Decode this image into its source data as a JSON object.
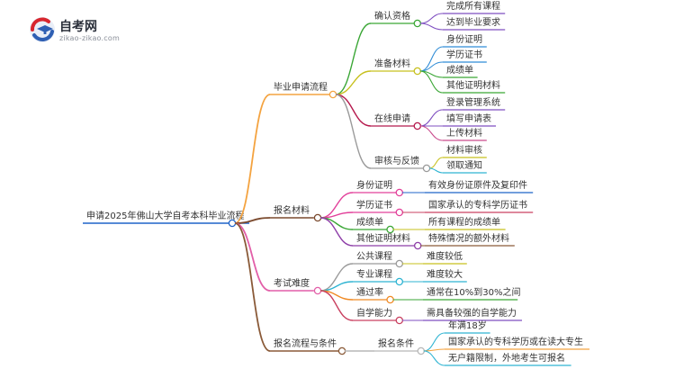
{
  "logo": {
    "title": "自考网",
    "subtitle": "zikao-zikao.com"
  },
  "root": {
    "label": "申请2025年佛山大学自考本科毕业流程"
  },
  "branches": [
    {
      "label": "毕业申请流程",
      "color": "#f4a340",
      "children": [
        {
          "label": "确认资格",
          "color": "#3aa635",
          "children": [
            {
              "label": "完成所有课程",
              "color": "#7f4fc1"
            },
            {
              "label": "达到毕业要求",
              "color": "#7f4fc1"
            }
          ]
        },
        {
          "label": "准备材料",
          "color": "#c7c01e",
          "children": [
            {
              "label": "身份证明",
              "color": "#2f8cd6"
            },
            {
              "label": "学历证书",
              "color": "#2f8cd6"
            },
            {
              "label": "成绩单",
              "color": "#3aa635"
            },
            {
              "label": "其他证明材料",
              "color": "#3aa635"
            }
          ]
        },
        {
          "label": "在线申请",
          "color": "#b5194d",
          "children": [
            {
              "label": "登录管理系统",
              "color": "#7f4fc1"
            },
            {
              "label": "填写申请表",
              "color": "#7f4fc1"
            },
            {
              "label": "上传材料",
              "color": "#c94a8c"
            }
          ]
        },
        {
          "label": "审核与反馈",
          "color": "#9a9a9a",
          "children": [
            {
              "label": "材料审核",
              "color": "#c7c01e"
            },
            {
              "label": "领取通知",
              "color": "#2fb4d2"
            }
          ]
        }
      ]
    },
    {
      "label": "报名材料",
      "color": "#7b4a2e",
      "children": [
        {
          "label": "身份证明",
          "color": "#e2409a",
          "children": [
            {
              "label": "有效身份证原件及复印件",
              "color": "#1f64c8"
            }
          ]
        },
        {
          "label": "学历证书",
          "color": "#e2409a",
          "children": [
            {
              "label": "国家承认的专科学历证书",
              "color": "#c94060"
            }
          ]
        },
        {
          "label": "成绩单",
          "color": "#3aa635",
          "children": [
            {
              "label": "所有课程的成绩单",
              "color": "#c7c01e"
            }
          ]
        },
        {
          "label": "其他证明材料",
          "color": "#8e3ea8",
          "children": [
            {
              "label": "特殊情况的额外材料",
              "color": "#8a5a38"
            }
          ]
        }
      ]
    },
    {
      "label": "考试难度",
      "color": "#e25fa8",
      "children": [
        {
          "label": "公共课程",
          "color": "#9a9a9a",
          "children": [
            {
              "label": "难度较低",
              "color": "#c7c01e"
            }
          ]
        },
        {
          "label": "专业课程",
          "color": "#2fb4d2",
          "children": [
            {
              "label": "难度较大",
              "color": "#2fb4d2"
            }
          ]
        },
        {
          "label": "通过率",
          "color": "#f08a24",
          "children": [
            {
              "label": "通常在10%到30%之间",
              "color": "#3aa635"
            }
          ]
        },
        {
          "label": "自学能力",
          "color": "#c94060",
          "children": [
            {
              "label": "需具备较强的自学能力",
              "color": "#7f4fc1"
            }
          ]
        }
      ]
    },
    {
      "label": "报名流程与条件",
      "color": "#8a5a38",
      "children": [
        {
          "label": "报名条件",
          "color": "#b7b7b7",
          "children": [
            {
              "label": "年满18岁",
              "color": "#2fb4d2"
            },
            {
              "label": "国家承认的专科学历或在读大专生",
              "color": "#f4a340"
            },
            {
              "label": "无户籍限制，外地考生可报名",
              "color": "#2fb4d2"
            }
          ]
        }
      ]
    }
  ]
}
